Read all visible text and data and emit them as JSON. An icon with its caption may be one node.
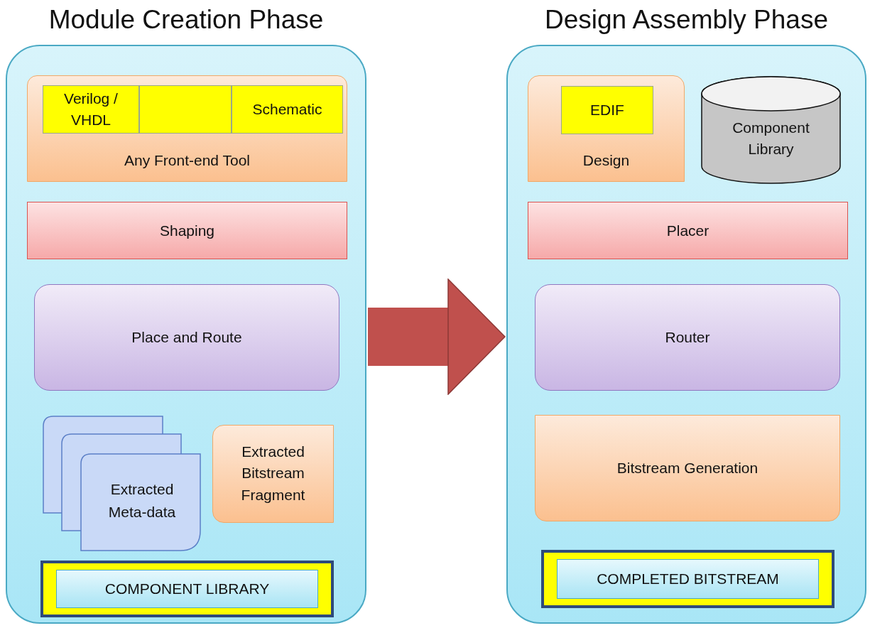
{
  "diagram": {
    "nodes": [
      {
        "text": [
          "Module Creation Phase"
        ]
      },
      {
        "text": [
          "Any Front-end Tool"
        ],
        "in": 0
      },
      {
        "text": [
          "Verilog / VHDL"
        ],
        "in": 1
      },
      {
        "text": [],
        "shape": "box",
        "in": 1
      },
      {
        "text": [
          "Schematic"
        ],
        "in": 1
      },
      {
        "text": [
          "Shaping"
        ],
        "in": 0
      },
      {
        "text": [
          "Place and Route"
        ],
        "in": 0
      },
      {
        "text": [
          "Extracted Meta-data"
        ],
        "in": 0
      },
      {
        "text": [
          "Extracted Bitstream Fragment"
        ],
        "in": 0
      },
      {
        "text": [
          "COMPONENT LIBRARY"
        ],
        "in": 0
      },
      {
        "text": [
          "Design Assembly Phase"
        ]
      },
      {
        "text": [
          "Design"
        ],
        "in": 10
      },
      {
        "text": [
          "EDIF"
        ],
        "in": 11
      },
      {
        "text": [
          "Component Library"
        ],
        "in": 10
      },
      {
        "text": [
          "Placer"
        ],
        "in": 10
      },
      {
        "text": [
          "Router"
        ],
        "in": 10
      },
      {
        "text": [
          "Bitstream Generation"
        ],
        "in": 10
      },
      {
        "text": [
          "COMPLETED BITSTREAM"
        ],
        "in": 10
      }
    ],
    "edges": [
      {
        "from": 0,
        "to": 10,
        "arrow": "to"
      }
    ]
  }
}
